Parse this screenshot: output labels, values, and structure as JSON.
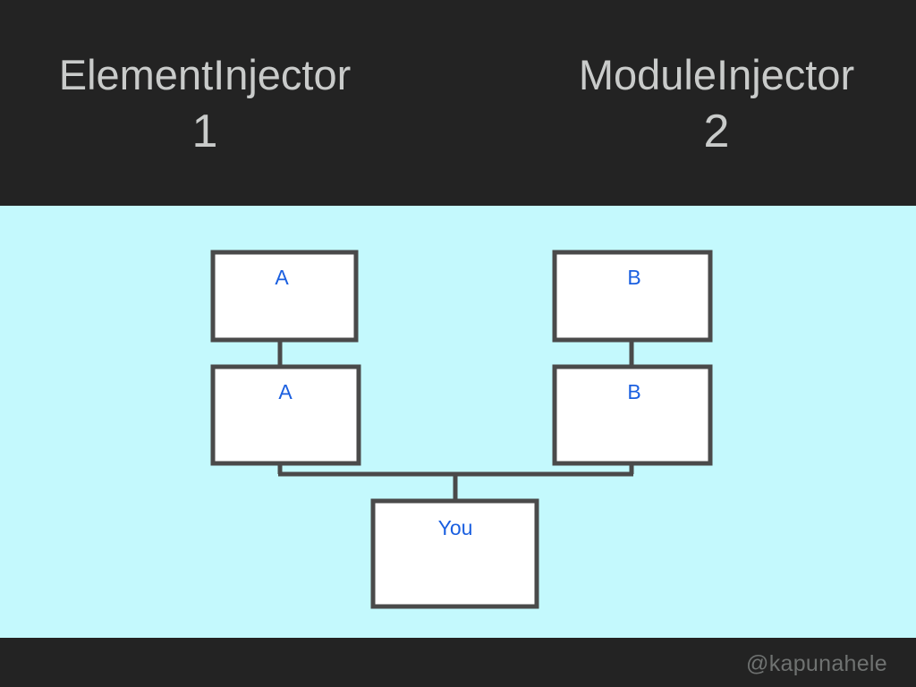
{
  "slide": {
    "background_dark": "#232323",
    "background_stage": "#c4f9fd",
    "title_color": "#c9cbca",
    "node_fill": "#ffffff",
    "node_stroke": "#4a4a4a",
    "label_color": "#1a5fe0",
    "watermark_color": "#6f7271"
  },
  "header": {
    "left": {
      "name": "ElementInjector",
      "number": "1"
    },
    "right": {
      "name": "ModuleInjector",
      "number": "2"
    }
  },
  "diagram": {
    "type": "hierarchy",
    "nodes": [
      {
        "id": "a-top",
        "label": "A",
        "column": "left",
        "row": "top"
      },
      {
        "id": "a-bottom",
        "label": "A",
        "column": "left",
        "row": "bottom"
      },
      {
        "id": "b-top",
        "label": "B",
        "column": "right",
        "row": "top"
      },
      {
        "id": "b-bottom",
        "label": "B",
        "column": "right",
        "row": "bottom"
      },
      {
        "id": "you",
        "label": "You",
        "column": "center",
        "row": "base"
      }
    ],
    "edges": [
      {
        "from": "a-top",
        "to": "a-bottom"
      },
      {
        "from": "b-top",
        "to": "b-bottom"
      },
      {
        "from": "a-bottom",
        "to": "you"
      },
      {
        "from": "b-bottom",
        "to": "you"
      }
    ]
  },
  "footer": {
    "watermark": "@kapunahele"
  }
}
